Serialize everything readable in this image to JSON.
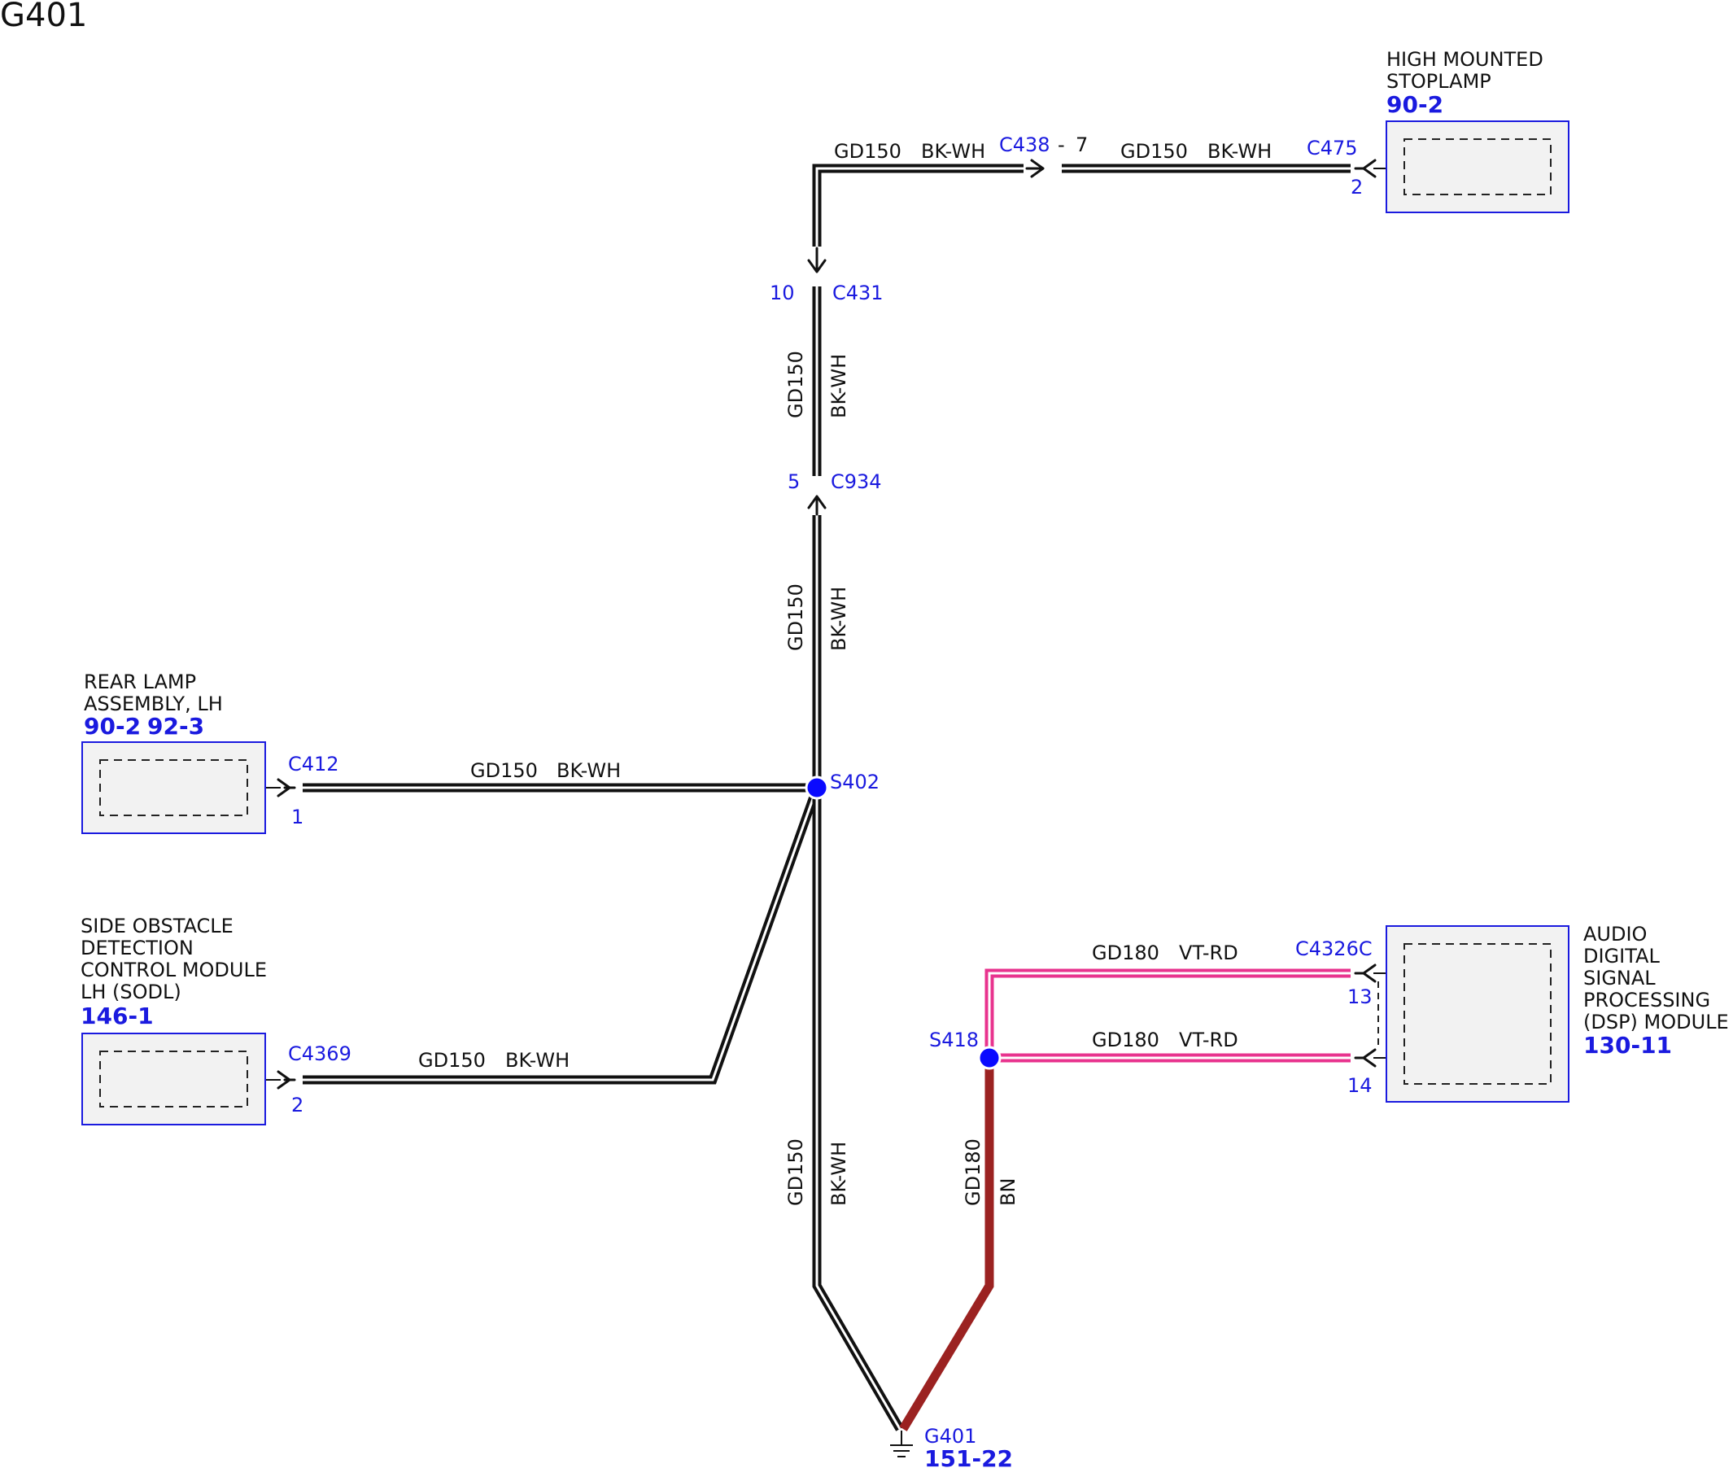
{
  "page_title": "G401",
  "colors": {
    "bk_wh": "#111111",
    "vt_rd_outer": "#e8338e",
    "bn": "#9b2221",
    "label_blue": "#1a1adf",
    "box_fill": "#f2f2f2"
  },
  "components": {
    "high_mounted_stoplamp": {
      "name_lines": [
        "HIGH MOUNTED",
        "STOPLAMP"
      ],
      "refs": [
        "90-2"
      ]
    },
    "rear_lamp": {
      "name_lines": [
        "REAR LAMP",
        "ASSEMBLY, LH"
      ],
      "refs": [
        "90-2",
        "92-3"
      ]
    },
    "sodl": {
      "name_lines": [
        "SIDE OBSTACLE",
        "DETECTION",
        "CONTROL MODULE",
        "LH (SODL)"
      ],
      "refs": [
        "146-1"
      ]
    },
    "dsp": {
      "name_lines": [
        "AUDIO",
        "DIGITAL",
        "SIGNAL",
        "PROCESSING",
        "(DSP) MODULE"
      ],
      "refs": [
        "130-11"
      ]
    }
  },
  "connectors": {
    "c438": "C438",
    "c438_sep": "-",
    "c438_pin": "7",
    "c475": "C475",
    "c475_pin": "2",
    "c431": "C431",
    "c431_pin": "10",
    "c934": "C934",
    "c934_pin": "5",
    "c412": "C412",
    "c412_pin": "1",
    "c4369": "C4369",
    "c4369_pin": "2",
    "c4326c": "C4326C",
    "c4326c_pin_a": "13",
    "c4326c_pin_b": "14"
  },
  "splices": {
    "s402": "S402",
    "s418": "S418"
  },
  "ground": {
    "name": "G401",
    "ref": "151-22"
  },
  "wires": {
    "top_left": {
      "circuit": "GD150",
      "color": "BK-WH"
    },
    "top_right": {
      "circuit": "GD150",
      "color": "BK-WH"
    },
    "vert_upper": {
      "circuit": "GD150",
      "color": "BK-WH"
    },
    "vert_middle": {
      "circuit": "GD150",
      "color": "BK-WH"
    },
    "rear_lamp": {
      "circuit": "GD150",
      "color": "BK-WH"
    },
    "sodl": {
      "circuit": "GD150",
      "color": "BK-WH"
    },
    "vert_lower": {
      "circuit": "GD150",
      "color": "BK-WH"
    },
    "dsp_top": {
      "circuit": "GD180",
      "color": "VT-RD"
    },
    "dsp_bottom": {
      "circuit": "GD180",
      "color": "VT-RD"
    },
    "s418_ground": {
      "circuit": "GD180",
      "color": "BN"
    }
  }
}
